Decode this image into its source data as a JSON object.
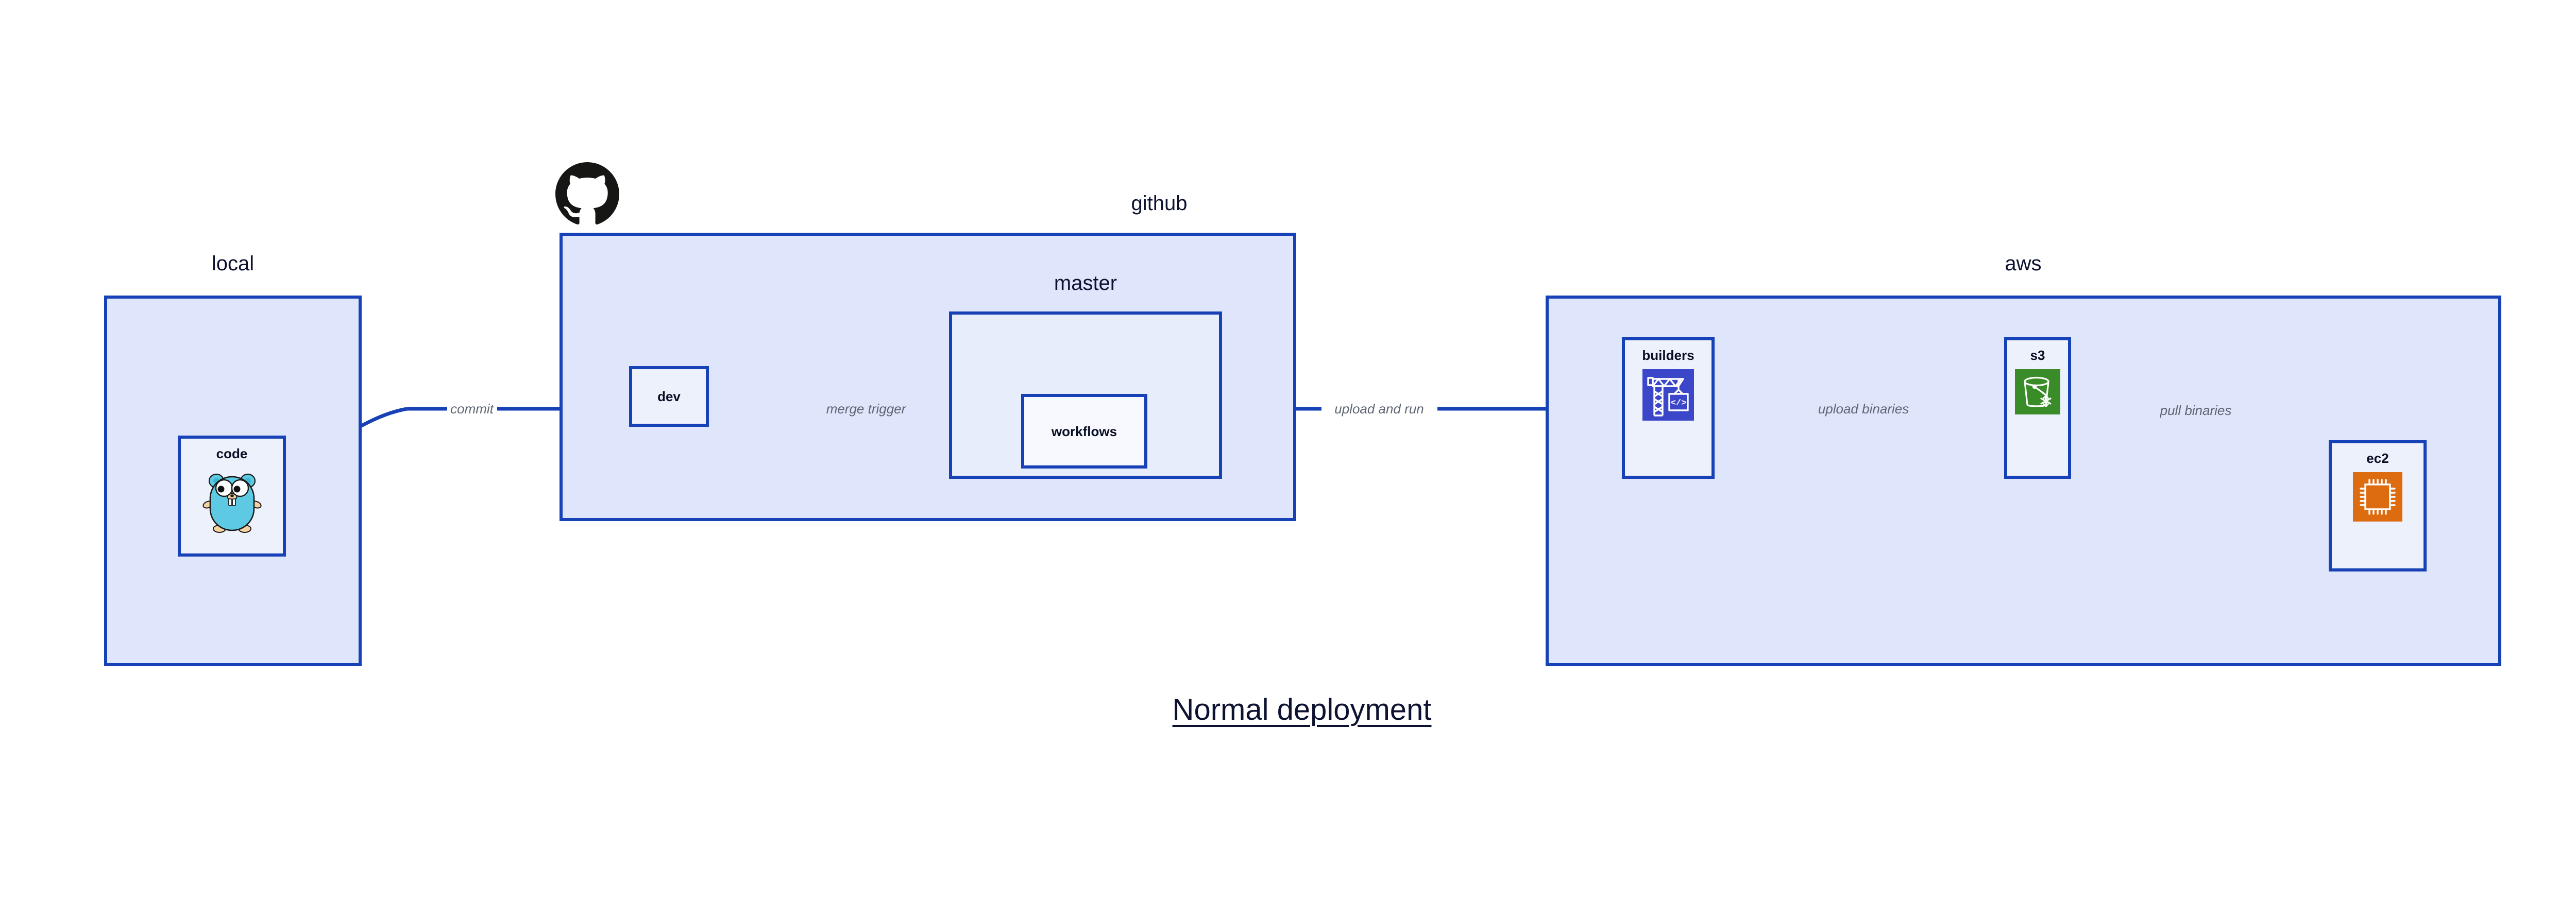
{
  "title": "Normal deployment",
  "colors": {
    "border": "#1741B6",
    "group_fill": "#DFE5FA",
    "group_inner_fill": "#E8EDFB",
    "node_fill": "#EDF1FC",
    "node_light_fill": "#F7F9FE",
    "edge": "#1741B6",
    "edge_label": "#5F6673",
    "text": "#0D1230",
    "gopher_body": "#5DC9E2",
    "gopher_foot": "#F6D2A2",
    "builders_icon_bg": "#3C46C8",
    "s3_icon_bg": "#3A8C28",
    "ec2_icon_bg": "#DD6B10",
    "github_logo": "#161614"
  },
  "groups": [
    {
      "id": "local",
      "label": "local"
    },
    {
      "id": "github",
      "label": "github"
    },
    {
      "id": "master",
      "label": "master"
    },
    {
      "id": "aws",
      "label": "aws"
    }
  ],
  "nodes": [
    {
      "id": "code",
      "label": "code",
      "icon": "go-gopher-icon"
    },
    {
      "id": "dev",
      "label": "dev",
      "icon": ""
    },
    {
      "id": "workflows",
      "label": "workflows",
      "icon": ""
    },
    {
      "id": "builders",
      "label": "builders",
      "icon": "aws-builders-crane-icon"
    },
    {
      "id": "s3",
      "label": "s3",
      "icon": "aws-s3-bucket-icon"
    },
    {
      "id": "ec2",
      "label": "ec2",
      "icon": "aws-ec2-chip-icon"
    }
  ],
  "edges": [
    {
      "id": "commit",
      "label": "commit",
      "from": "code",
      "to": "dev"
    },
    {
      "id": "merge-trigger",
      "label": "merge trigger",
      "from": "dev",
      "to": "workflows"
    },
    {
      "id": "upload-and-run",
      "label": "upload and run",
      "from": "workflows",
      "to": "builders"
    },
    {
      "id": "upload-binaries",
      "label": "upload binaries",
      "from": "builders",
      "to": "s3"
    },
    {
      "id": "pull-binaries",
      "label": "pull binaries",
      "from": "s3",
      "to": "ec2"
    }
  ],
  "logos": [
    {
      "id": "github-logo",
      "name": "github-octocat-icon"
    }
  ]
}
